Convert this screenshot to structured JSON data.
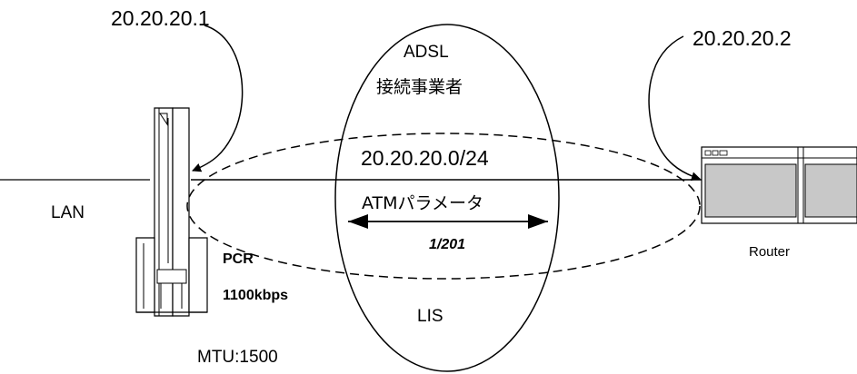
{
  "labels": {
    "ip_left": "20.20.20.1",
    "ip_right": "20.20.20.2",
    "adsl": "ADSL",
    "provider": "接続事業者",
    "subnet": "20.20.20.0/24",
    "atm_params": "ATMパラメータ",
    "vpi_vci": "1/201",
    "lis": "LIS",
    "lan": "LAN",
    "pcr": "PCR",
    "rate": "1100kbps",
    "mtu": "MTU:1500",
    "router": "Router"
  }
}
